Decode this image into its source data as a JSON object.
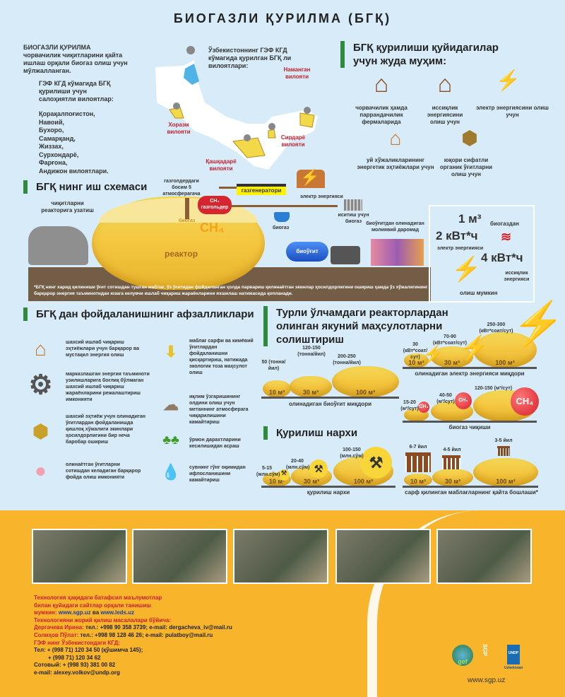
{
  "title": "БИОГАЗЛИ ҚУРИЛМА (БГҚ)",
  "intro": {
    "bold": "БИОГАЗЛИ ҚУРИЛМА",
    "text": " чорвачилик чиқитларини қайта ишлаш орқали биогаз олиш учун мўлжалланган."
  },
  "potential": {
    "heading": "ГЭФ КГД кўмагида БГҚ қурилиши учун салоҳиятли вилоятлар:",
    "regions": [
      "Қорақалпоғистон,",
      "Навоий,",
      "Бухоро,",
      "Самарқанд,",
      "Жиззах,",
      "Сурхондарё,",
      "Фарғона,",
      "Андижон вилоятлари."
    ]
  },
  "map": {
    "heading": "Ўзбекистоннинг ГЭФ КГД кўмагида қурилган БГҚ ли вилоятлари:",
    "regions": [
      "Хоразм вилояти",
      "Қашқадарё вилояти",
      "Сирдарё вилояти",
      "Наманган вилояти"
    ]
  },
  "important": {
    "heading": "БГҚ қурилиши қуйидагилар учун жуда муҳим:",
    "items": [
      "чорвачилик ҳамда паррандачилик фермаларида",
      "иссиқлик энергиясини олиш учун",
      "электр энергиясини олиш учун",
      "уй хўжаликларининг энергетик эҳтиёжлари учун",
      "юқори сифатли органик ўғитларни олиш учун"
    ]
  },
  "scheme": {
    "heading": "БГҚ нинг иш схемаси",
    "feed": "чиқитларни реакторига узатиш",
    "pressure": "газголдердаги босим 5 атмосферагача",
    "gasholder": "газгольдер",
    "ch4": "CH₄",
    "generator": "газгенератори",
    "electricity": "электр энергияси",
    "heating": "иситиш учун биогаз",
    "biogas_cook": "биогаз",
    "biogas_tank": "биогаз",
    "reactor": "реактор",
    "biofertilizer": "биоўғит",
    "income": "биоўғитдан олинадиган молиявий даромад",
    "footnote": "*БГҚ нинг харид қилиниши ўғит сотишдан тушган маблағ, ўз ўғитидан фойдаланган ҳолда парвариш қилинаётган экинлар ҳосилдорлигини ошириш ҳамда ўз хўжалигининг барқарор энергия таъминотидан юзага келувчи ишлаб чиқариш жараёнларини яхшилаш натижасида қопланади."
  },
  "yield_box": {
    "volume": "1 м³",
    "from": "биогаздан",
    "elec_value": "2 кВт*ч",
    "elec_label": "электр энергиияси",
    "heat_value": "4 кВт*ч",
    "heat_label": "иссиқлик энергияси",
    "possible": "олиш мумкин"
  },
  "advantages": {
    "heading": "БГҚ дан  фойдаланишнинг афзалликлари",
    "items": [
      "шахсий ишлаб чиқариш эҳтиёжлари учун барқарор ва мустақил энергия олиш",
      "марказлашган энергия таъминоти узилишларига боғлиқ бўлмаган шахсий ишлаб чиқариш жараёнларини режалаштириш имконияти",
      "шахсий эҳтиёж учун олинадиган ўғитлардан фойдаланишда қишлоқ хўжалиги экинлари ҳосилдорлигини бир неча баробар ошириш",
      "олинаётган ўғитларни сотишдан келадиган барқарор фойда олиш имконияти",
      "маблағ сарфи ва кимёвий ўғитлардан фойдаланишни қисқартириш, натижада экологик тоза маҳсулот олиш",
      "иқлим ўзгаришининг олдини олиш учун метаннинг атмосферага чиқарилишини камайтириш",
      "ўрмон дарахтларини кесилишидан асраш",
      "сувнинг гўнг оқимидан ифлосланишини камайтириш"
    ]
  },
  "comparison": {
    "heading": "Турли ўлчамдаги реакторлардан олинган якуний маҳсулотларни солиштириш",
    "sizes": [
      "10 м³",
      "30 м³",
      "100 м³"
    ],
    "fertilizer": {
      "label": "олинадиган биоўғит миқдори",
      "values": [
        "50 (тонна/йил)",
        "120-150 (тонна/йил)",
        "200-250 (тонна/йил)"
      ]
    },
    "electricity": {
      "label": "олинадиган электр энергияси миқдори",
      "values": [
        "30 (кВт*соат/сут)",
        "70-90 (кВт*соат/сут)",
        "250-300 (кВт*соат/сут)"
      ]
    },
    "biogas": {
      "label": "биогаз чиқиши",
      "values": [
        "15-20 (м³/сут)",
        "40-50 (м³/сут)",
        "120-150 (м³/сут)"
      ]
    }
  },
  "cost": {
    "heading": "Қурилиш нархи",
    "label": "қурилиш нархи",
    "values": [
      "5-15 (млн.сўм)",
      "20-40 (млн.сўм)",
      "100-150 (млн.сўм)"
    ],
    "payback_label": "сарф қилинган маблағларнинг қайта бошлаши*",
    "payback": [
      "6-7 йил",
      "4-5 йил",
      "3-5 йил"
    ]
  },
  "contacts": {
    "lines": [
      {
        "red": "Технология ҳақидаги батафсил маълумотлар",
        "rest": ""
      },
      {
        "red": "билан қуйидаги сайтлар орқали танишиш",
        "rest": ""
      }
    ],
    "line3_red": "мумкин: ",
    "link1": "www.sgp.uz",
    "and": " ва ",
    "link2": "www.leds.uz",
    "line4": "Технологияни жорий қилиш масалалари бўйича:",
    "p1_name": "Дергачева Ирина:",
    "p1_rest": " тел.: +998 90 358 3739; e-mail: dergacheva_iv@mail.ru",
    "p2_name": "Солиҳов Пўлат:",
    "p2_rest": " тел.: +998 98 128 46 26; e-mail: pulatboy@mail.ru",
    "org": "ГЭФ нинг Ўзбекистондаги КГД:",
    "tel1": "Тел: + (998 71) 120 34 50 (қўшимча 145);",
    "tel2": "+ (998 71) 120 34 62",
    "mobile": "Сотовый: + (998 93) 381 00 82",
    "email": "e-mail: alexey.volkov@undp.org"
  },
  "logos": {
    "gef": "gef",
    "sgp": "SGP",
    "undp": "UNDP",
    "undp_sub": "Uzbekistan",
    "website": "www.sgp.uz"
  },
  "colors": {
    "bg": "#d7ecf8",
    "footer": "#f8b52c",
    "accent": "#2e8b3e",
    "red": "#c8202f"
  }
}
